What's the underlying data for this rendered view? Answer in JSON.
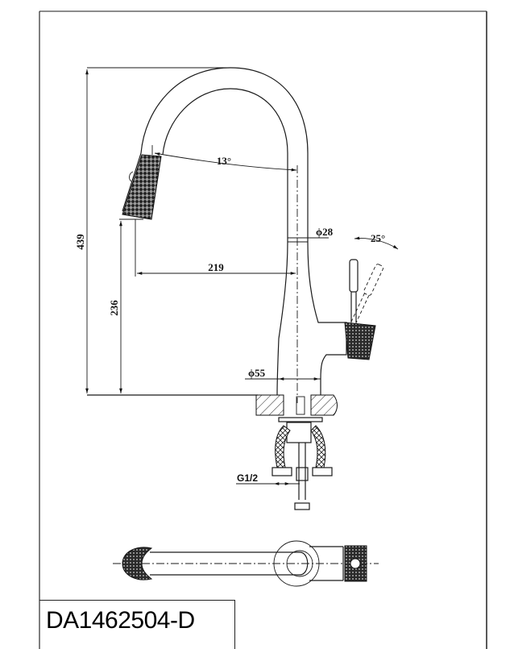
{
  "drawing": {
    "model_number": "DA1462504-D",
    "subject": "Pull-down kitchen faucet technical drawing",
    "views": [
      "side-elevation",
      "top-plan"
    ],
    "colors": {
      "ink": "#1a1a1a",
      "background": "#ffffff",
      "frame": "#555555"
    }
  },
  "dimensions": {
    "overall_height": "439",
    "spout_outlet_height": "236",
    "spout_reach": "219",
    "spray_angle": "13°",
    "body_diameter": "ϕ28",
    "handle_angle": "25°",
    "base_diameter": "ϕ55",
    "inlet_thread": "G1/2"
  }
}
